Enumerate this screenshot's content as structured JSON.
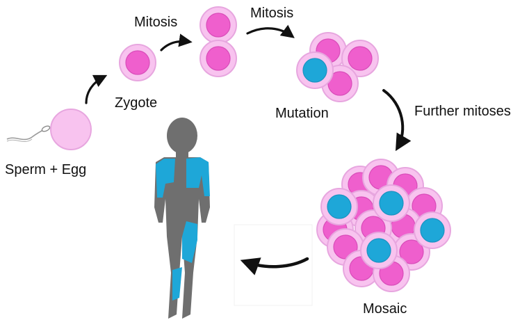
{
  "diagram": {
    "labels": {
      "sperm_egg": "Sperm + Egg",
      "zygote": "Zygote",
      "mitosis_1": "Mitosis",
      "mitosis_2": "Mitosis",
      "mutation": "Mutation",
      "further_mitoses": "Further mitoses",
      "mosaic": "Mosaic"
    },
    "colors": {
      "cell_outer": "#f8c3ef",
      "cell_outer_stroke": "#e7a6df",
      "nucleus": "#ef5fcd",
      "nucleus_stroke": "#d94cb9",
      "mutated_nucleus": "#1ea7d8",
      "mutated_nucleus_stroke": "#1a93c1",
      "human_figure": "#6f6f6f",
      "arrow": "#111111",
      "text": "#111111"
    }
  }
}
